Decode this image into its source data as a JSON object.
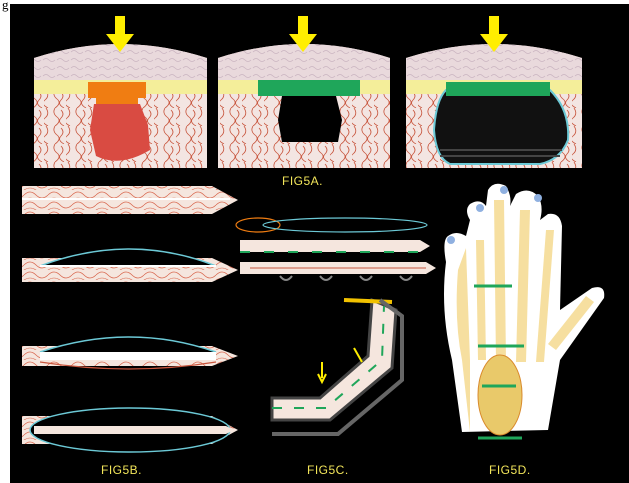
{
  "caption_top": "g",
  "labels": {
    "fig5a": "FIG5A.",
    "fig5b": "FIG5B.",
    "fig5c": "FIG5C.",
    "fig5d": "FIG5D."
  },
  "colors": {
    "background": "#000000",
    "arrow": "#ffee00",
    "label": "#f2e55a",
    "skin": "#e9d9dc",
    "fat": "#f4ee9a",
    "tissue": "#f3e3df",
    "vessel": "#c8553d",
    "implant_orange": "#f07d12",
    "implant_red": "#d94b42",
    "implant_green": "#1fa65a",
    "outline_cyan": "#6cc9d6",
    "tendon": "#f6dfa0"
  },
  "icons": [
    "down-arrow-icon"
  ]
}
